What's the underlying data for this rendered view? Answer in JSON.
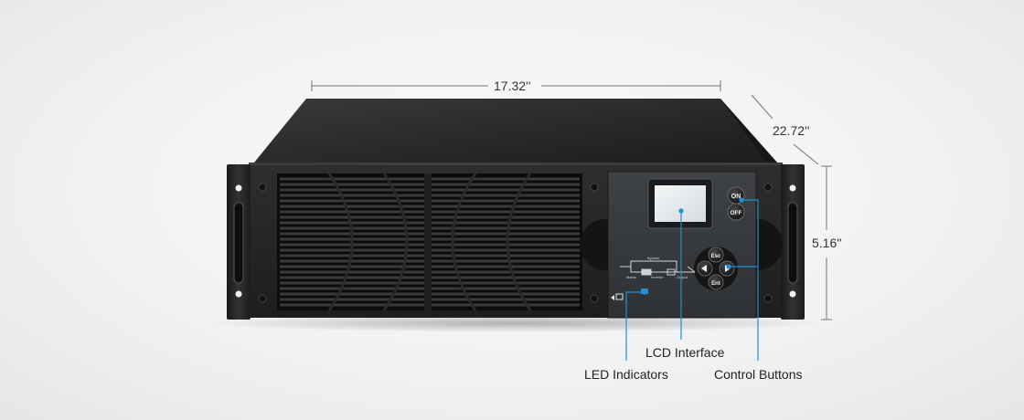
{
  "dimensions": {
    "width": "17.32''",
    "depth": "22.72''",
    "height": "5.16''"
  },
  "panel": {
    "on_label": "ON",
    "off_label": "OFF",
    "esc_label": "Esc",
    "ent_label": "Ent",
    "diagram": {
      "bypass": "Bypass",
      "mains": "Mains",
      "inverter": "Inverter",
      "output": "Output"
    }
  },
  "callouts": {
    "lcd": "LCD Interface",
    "led": "LED Indicators",
    "control": "Control Buttons"
  },
  "colors": {
    "accent": "#1e90d6",
    "chassis": "#2b2b2b",
    "panel": "#3a3d40",
    "lcd_screen": "#e8ecee"
  },
  "icons": [
    "mute-icon",
    "left-arrow-icon",
    "right-arrow-icon"
  ]
}
